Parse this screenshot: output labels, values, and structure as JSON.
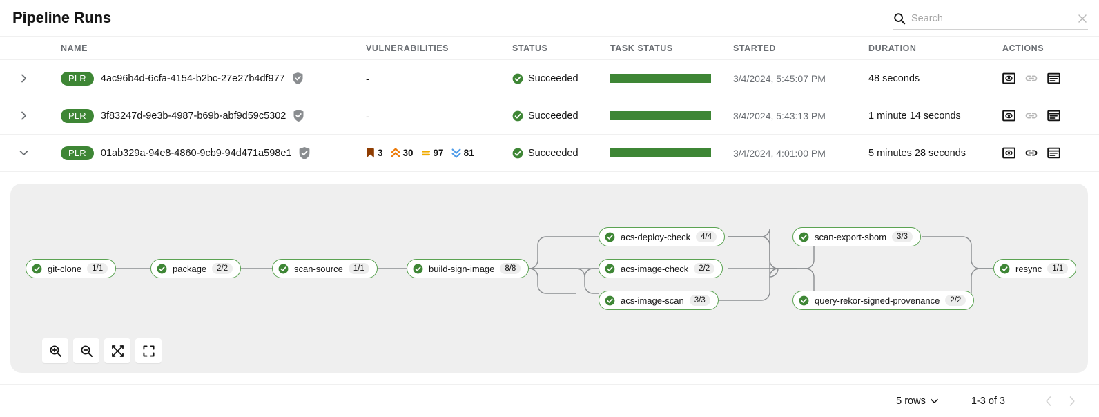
{
  "header": {
    "title": "Pipeline Runs",
    "search": {
      "placeholder": "Search",
      "value": ""
    }
  },
  "table": {
    "columns": [
      "NAME",
      "VULNERABILITIES",
      "STATUS",
      "TASK STATUS",
      "STARTED",
      "DURATION",
      "ACTIONS"
    ],
    "rows": [
      {
        "expanded": false,
        "kind_badge": "PLR",
        "name": "4ac96b4d-6cfa-4154-b2bc-27e27b4df977",
        "signed": true,
        "vulnerabilities": "-",
        "status": "Succeeded",
        "task_status_percent": 100,
        "started": "3/4/2024, 5:45:07 PM",
        "duration": "48 seconds",
        "actions": [
          "view-icon",
          "link-icon",
          "logs-icon"
        ]
      },
      {
        "expanded": false,
        "kind_badge": "PLR",
        "name": "3f83247d-9e3b-4987-b69b-abf9d59c5302",
        "signed": true,
        "vulnerabilities": "-",
        "status": "Succeeded",
        "task_status_percent": 100,
        "started": "3/4/2024, 5:43:13 PM",
        "duration": "1 minute 14 seconds",
        "actions": [
          "view-icon",
          "link-icon",
          "logs-icon"
        ]
      },
      {
        "expanded": true,
        "kind_badge": "PLR",
        "name": "01ab329a-94e8-4860-9cb9-94d471a598e1",
        "signed": true,
        "vulnerabilities": [
          {
            "severity": "critical",
            "count": "3",
            "color": "#8f3d02"
          },
          {
            "severity": "important",
            "count": "30",
            "color": "#ec7a08"
          },
          {
            "severity": "moderate",
            "count": "97",
            "color": "#f0ab00"
          },
          {
            "severity": "low",
            "count": "81",
            "color": "#519de9"
          }
        ],
        "status": "Succeeded",
        "task_status_percent": 100,
        "started": "3/4/2024, 4:01:00 PM",
        "duration": "5 minutes 28 seconds",
        "actions": [
          "view-icon",
          "link-icon",
          "logs-icon"
        ]
      }
    ]
  },
  "graph": {
    "nodes": [
      {
        "id": "git-clone",
        "label": "git-clone",
        "count": "1/1",
        "status": "succeeded"
      },
      {
        "id": "package",
        "label": "package",
        "count": "2/2",
        "status": "succeeded"
      },
      {
        "id": "scan-source",
        "label": "scan-source",
        "count": "1/1",
        "status": "succeeded"
      },
      {
        "id": "build-sign-image",
        "label": "build-sign-image",
        "count": "8/8",
        "status": "succeeded"
      },
      {
        "id": "acs-deploy-check",
        "label": "acs-deploy-check",
        "count": "4/4",
        "status": "succeeded"
      },
      {
        "id": "acs-image-check",
        "label": "acs-image-check",
        "count": "2/2",
        "status": "succeeded"
      },
      {
        "id": "acs-image-scan",
        "label": "acs-image-scan",
        "count": "3/3",
        "status": "succeeded"
      },
      {
        "id": "scan-export-sbom",
        "label": "scan-export-sbom",
        "count": "3/3",
        "status": "succeeded"
      },
      {
        "id": "query-rekor-signed-provenance",
        "label": "query-rekor-signed-provenance",
        "count": "2/2",
        "status": "succeeded"
      },
      {
        "id": "resync",
        "label": "resync",
        "count": "1/1",
        "status": "succeeded"
      }
    ],
    "controls": [
      {
        "name": "zoom-in-icon",
        "label": "Zoom in"
      },
      {
        "name": "zoom-out-icon",
        "label": "Zoom out"
      },
      {
        "name": "fit-screen-icon",
        "label": "Fit to screen"
      },
      {
        "name": "fullscreen-icon",
        "label": "Fullscreen"
      }
    ]
  },
  "footer": {
    "rows_per_page": "5 rows",
    "range": "1-3 of 3",
    "prev_enabled": false,
    "next_enabled": false
  },
  "colors": {
    "brand_green": "#3e8635",
    "node_border": "#5ba352",
    "panel_bg": "#efefef",
    "muted_text": "#6a6e73"
  }
}
